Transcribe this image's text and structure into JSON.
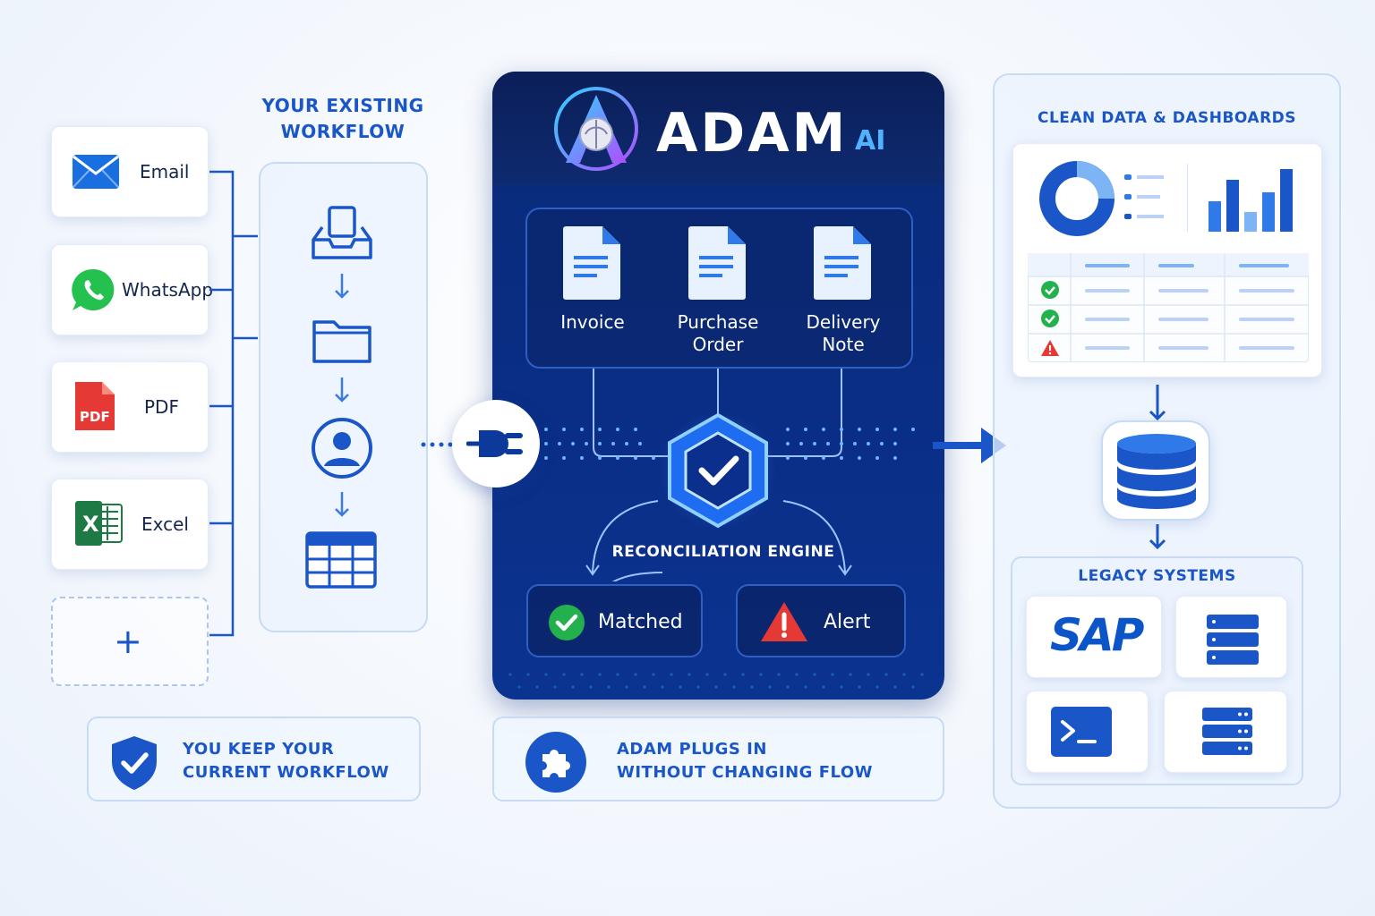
{
  "sources": {
    "email": "Email",
    "whatsapp": "WhatsApp",
    "pdf": "PDF",
    "pdf_icon_text": "PDF",
    "excel": "Excel",
    "excel_icon_text": "X",
    "add": "+"
  },
  "workflow": {
    "title_line1": "YOUR EXISTING",
    "title_line2": "WORKFLOW"
  },
  "adam": {
    "brand": "ADAM",
    "brand_suffix": "AI",
    "docs": {
      "invoice": "Invoice",
      "purchase_line1": "Purchase",
      "purchase_line2": "Order",
      "delivery_line1": "Delivery",
      "delivery_line2": "Note"
    },
    "engine_label": "RECONCILIATION ENGINE",
    "matched": "Matched",
    "alert": "Alert"
  },
  "outputs": {
    "dashboards_title": "CLEAN DATA & DASHBOARDS",
    "legacy_title": "LEGACY SYSTEMS",
    "sap_text": "SAP"
  },
  "bottom": {
    "keep_line1": "YOU KEEP YOUR",
    "keep_line2": "CURRENT WORKFLOW",
    "plugs_line1": "ADAM PLUGS IN",
    "plugs_line2": "WITHOUT CHANGING FLOW"
  },
  "colors": {
    "brand_blue": "#1a56c8",
    "navy": "#0a2a78",
    "green": "#22b14c",
    "alert_red": "#e53935"
  }
}
